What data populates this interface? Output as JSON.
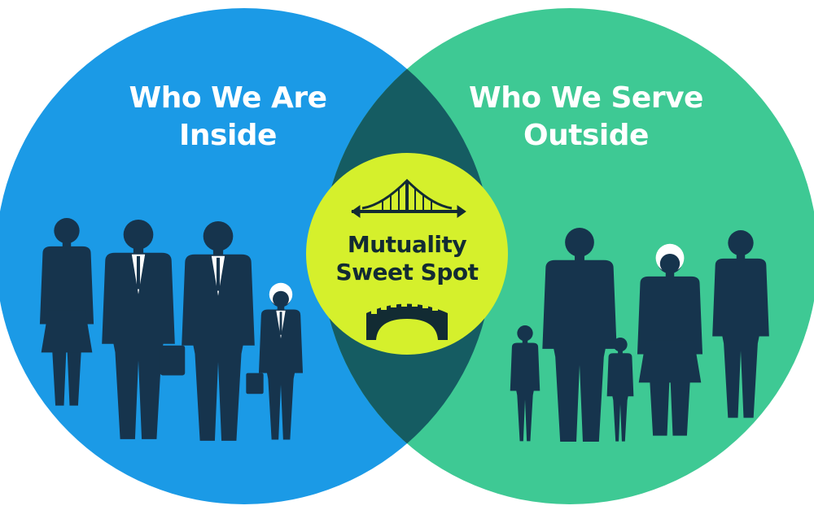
{
  "left_circle": {
    "title_line1": "Who We Are",
    "title_line2": "Inside",
    "color": "#1b9ae6",
    "group": "staff-silhouettes"
  },
  "right_circle": {
    "title_line1": "Who We Serve",
    "title_line2": "Outside",
    "color": "#3ec994",
    "group": "community-silhouettes"
  },
  "overlap": {
    "color": "#155c62"
  },
  "center": {
    "line1": "Mutuality",
    "line2": "Sweet Spot",
    "color": "#d5f02c",
    "icons": [
      "suspension-bridge-arrows-icon",
      "arch-bridge-icon"
    ]
  },
  "silhouette_color": "#16344d"
}
